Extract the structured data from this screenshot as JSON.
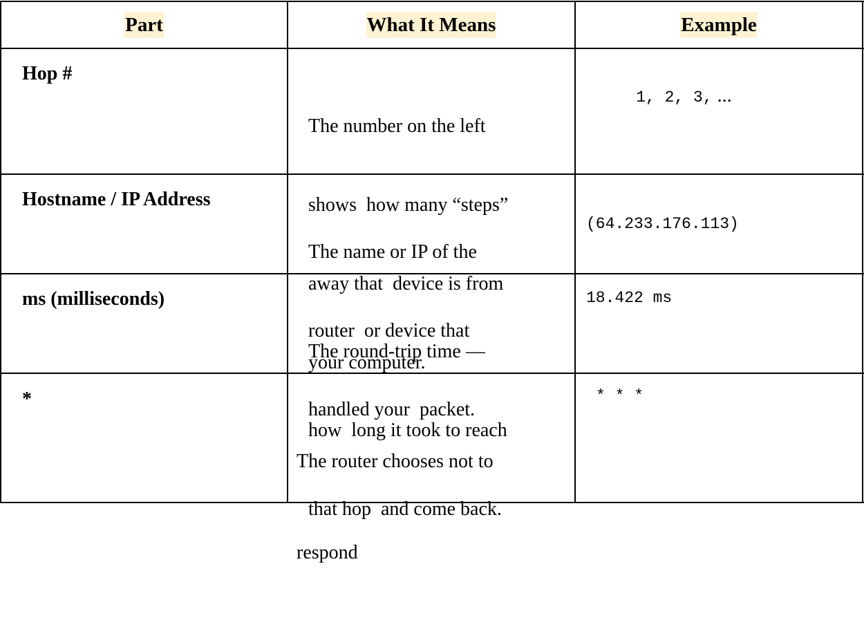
{
  "headers": {
    "part": "Part",
    "meaning": "What It Means",
    "example": "Example"
  },
  "rows": [
    {
      "part": "Hop #",
      "meaning_lines": [
        "The number on the left",
        "shows  how many “steps”",
        "away that  device is from",
        "your computer."
      ],
      "example_code": "1, 2, 3,",
      "example_suffix": " ..."
    },
    {
      "part": "Hostname / IP Address",
      "meaning_lines": [
        "The name or IP of the",
        "router  or device that",
        "handled your  packet."
      ],
      "example_code": "(64.233.176.113)"
    },
    {
      "part": "ms (milliseconds)",
      "meaning_lines": [
        "The round-trip time —",
        "how  long it took to reach",
        "that hop  and come back."
      ],
      "example_code": "18.422 ms"
    },
    {
      "part": "*",
      "meaning_lines": [
        "The router chooses not to",
        "respond"
      ],
      "example_code": "* * *"
    }
  ]
}
